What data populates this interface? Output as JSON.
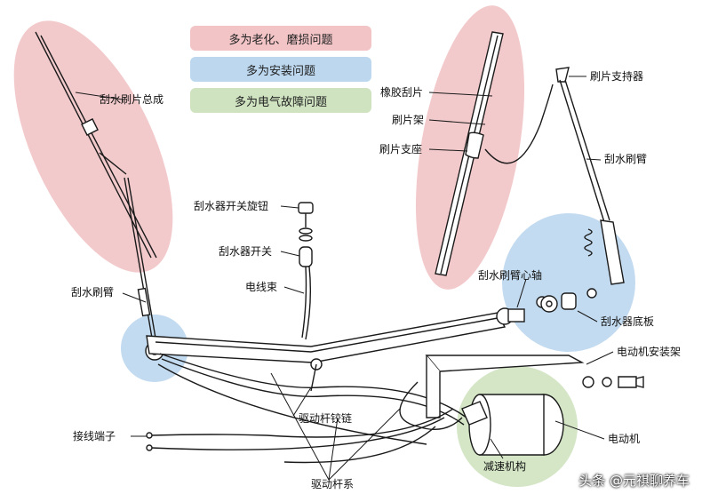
{
  "colors": {
    "aging": "#f2c4c6",
    "install": "#bcd7ee",
    "electric": "#cfe3c0",
    "line": "#1a1a1a"
  },
  "legend": {
    "aging": "多为老化、磨损问题",
    "install": "多为安装问题",
    "electric": "多为电气故障问题"
  },
  "labels": {
    "wiper_assembly": "刮水刷片总成",
    "wiper_arm_left": "刮水刷臂",
    "switch_knob": "刮水器开关旋钮",
    "wiper_switch": "刮水器开关",
    "harness": "电线束",
    "rubber_blade": "橡胶刮片",
    "blade_frame": "刷片架",
    "blade_seat": "刷片支座",
    "blade_holder": "刷片支持器",
    "wiper_arm_right": "刮水刷臂",
    "arm_shaft": "刮水刷臂心轴",
    "base_plate": "刮水器底板",
    "motor_bracket": "电动机安装架",
    "motor": "电动机",
    "reducer": "减速机构",
    "linkage_hinge": "驱动杆铰链",
    "linkage": "驱动杆系",
    "terminal": "接线端子"
  },
  "watermark": "头条 @元祺聊养车"
}
